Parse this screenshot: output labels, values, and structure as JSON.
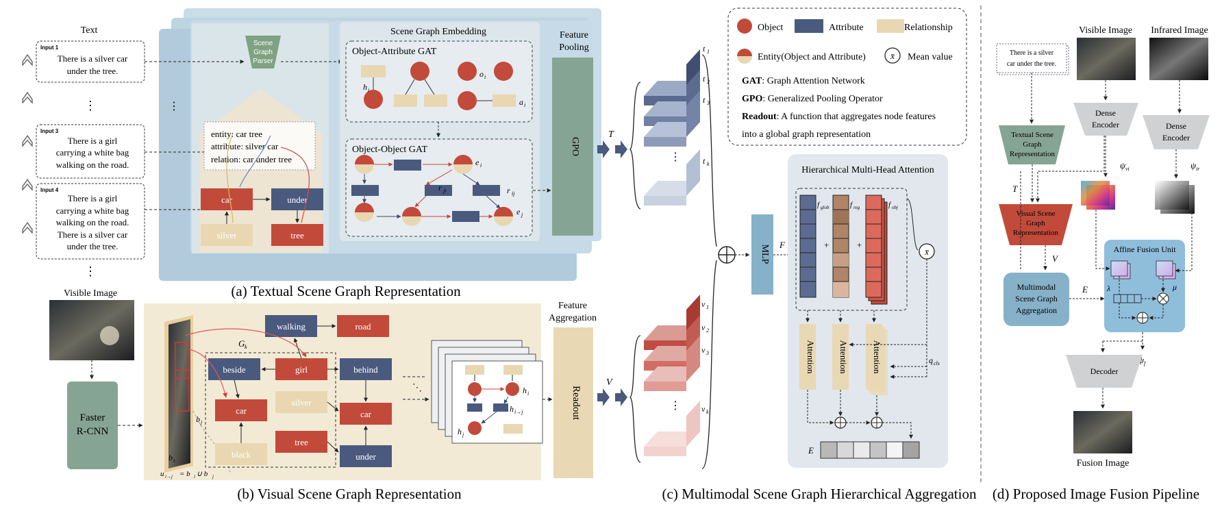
{
  "panel_a": {
    "caption": "(a) Textual Scene Graph Representation",
    "text_header": "Text",
    "inputs": [
      {
        "tag": "Input 1",
        "lines": [
          "There is a silver car",
          "under the tree."
        ]
      },
      {
        "tag": "Input 3",
        "lines": [
          "There is a girl",
          "carrying a white bag",
          "walking on the road."
        ]
      },
      {
        "tag": "Input 4",
        "lines": [
          "There is a girl",
          "carrying a white bag",
          "walking on the road.",
          "There is a silver car",
          "under the tree."
        ]
      }
    ],
    "ellipsis": "⋮",
    "parser_label": [
      "Scene",
      "Graph",
      "Parser"
    ],
    "parse_lines": [
      "entity: car tree",
      "attribute: silver car",
      "relation: car under tree"
    ],
    "graph_nodes": {
      "car": "car",
      "under": "under",
      "silver": "silver",
      "tree": "tree"
    },
    "embedding_title": "Scene Graph Embedding",
    "oa_title": "Object-Attribute GAT",
    "oo_title": "Object-Object GAT",
    "oa_labels": {
      "h": "h",
      "h_sub": "i",
      "o": "o",
      "o_sub": "i",
      "a": "a",
      "a_sub": "i"
    },
    "oo_labels": {
      "e_i": "e",
      "e_i_sub": "i",
      "r_ji": "r",
      "r_ji_sub": "ji",
      "r_ij": "r",
      "r_ij_sub": "ij",
      "e_j": "e",
      "e_j_sub": "j"
    },
    "pooling_title": [
      "Feature",
      "Pooling"
    ],
    "gpo": "GPO",
    "output": "T"
  },
  "panel_b": {
    "caption": "(b) Visual Scene Graph Representation",
    "visible_label": "Visible Image",
    "detector": [
      "Faster",
      "R-CNN"
    ],
    "gk": "G",
    "gk_sub": "k",
    "nodes": {
      "walking": "walking",
      "road": "road",
      "beside": "beside",
      "girl": "girl",
      "behind": "behind",
      "car1": "car",
      "silver": "silver",
      "car2": "car",
      "black": "black",
      "tree": "tree",
      "under": "under"
    },
    "box_labels": {
      "b": "b",
      "bi_sub": "i",
      "bj_sub": "j"
    },
    "union": "u",
    "union_sub": "i→j",
    "union_rhs": "= b",
    "union_rhs2": " ∪ b",
    "stack_labels": {
      "h": "h",
      "hi_sub": "i",
      "hij_sub": "i→j",
      "hj_sub": "j"
    },
    "agg_title": [
      "Feature",
      "Aggregation"
    ],
    "readout": "Readout",
    "output": "V"
  },
  "panel_c": {
    "caption": "(c) Multimodal Scene Graph Hierarchical Aggregation",
    "legend": {
      "object": "Object",
      "attribute": "Attribute",
      "relationship": "Relationship",
      "entity": "Entity(Object and Attribute)",
      "mean_symbol": "x̄",
      "mean": "Mean value"
    },
    "definitions": [
      {
        "term": "GAT",
        "text": ": Graph Attention Network"
      },
      {
        "term": "GPO",
        "text": ": Generalized Pooling Operator"
      },
      {
        "term": "Readout",
        "text": ": A function that aggregates node features"
      },
      {
        "term": "",
        "text": "into a global graph representation"
      }
    ],
    "t_labels": [
      {
        "base": "t",
        "sub": "1"
      },
      {
        "base": "t",
        "sub": "2"
      },
      {
        "base": "t",
        "sub": "3"
      },
      {
        "base": "t",
        "sub": "k"
      }
    ],
    "v_labels": [
      {
        "base": "v",
        "sub": "1"
      },
      {
        "base": "v",
        "sub": "2"
      },
      {
        "base": "v",
        "sub": "3"
      },
      {
        "base": "v",
        "sub": "k"
      }
    ],
    "mlp": "MLP",
    "f_label": "F",
    "hmha_title": "Hierarchical Multi-Head Attention",
    "f_glob": {
      "base": "f",
      "sub": "glob"
    },
    "f_reg": {
      "base": "f",
      "sub": "reg"
    },
    "f_obj": {
      "base": "f",
      "sub": "obj"
    },
    "attention": "Attention",
    "q_cls": {
      "base": "q",
      "sub": "cls"
    },
    "e_label": "E",
    "plus": "+",
    "mean_symbol": "x̄"
  },
  "panel_d": {
    "caption": "(d) Proposed Image Fusion Pipeline",
    "text_card": [
      "There is a silver",
      "car under the tree."
    ],
    "visible_label": "Visible Image",
    "infrared_label": "Infrared Image",
    "dense_encoder": [
      "Dense",
      "Encoder"
    ],
    "psi_vi": {
      "base": "ψ",
      "sub": "vi"
    },
    "psi_ir": {
      "base": "ψ",
      "sub": "ir"
    },
    "psi_f": {
      "base": "ψ",
      "sub": "f"
    },
    "textual_sg": [
      "Textual Scene",
      "Graph",
      "Representation"
    ],
    "visual_sg": [
      "Visual Scene",
      "Graph",
      "Representation"
    ],
    "t_label": "T",
    "v_label": "V",
    "multimodal": [
      "Multimodal",
      "Scene Graph",
      "Aggregation"
    ],
    "e_label": "E",
    "affine_title": "Affine Fusion Unit",
    "lambda": "λ",
    "mu": "μ",
    "decoder": "Decoder",
    "fusion_label": "Fusion Image"
  },
  "colors": {
    "object_red": "#c24a3b",
    "attribute_navy": "#4a5a7e",
    "relationship_beige": "#e8d7b0",
    "gpo_green": "#86a494",
    "readout_beige": "#e9d8b4",
    "panel_a_blue": "#bed5e3",
    "panel_b_beige": "#f3ead6",
    "panel_c_gray": "#e1e7ec",
    "mlp_blue": "#86b1c9",
    "fusion_unit_blue": "#8fbedb"
  }
}
